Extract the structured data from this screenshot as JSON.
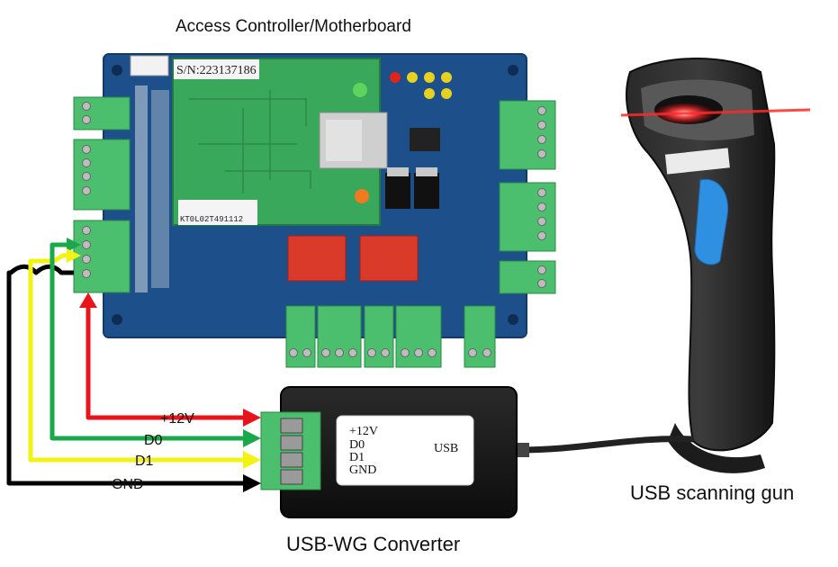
{
  "labels": {
    "controller_title": "Access Controller/Motherboard",
    "scanner_title": "USB scanning gun",
    "converter_title": "USB-WG Converter"
  },
  "board": {
    "serial": "S/N:223137186",
    "module_code": "KT0L02T491112"
  },
  "wires": [
    {
      "label": "+12V",
      "color": "#e8141b"
    },
    {
      "label": "D0",
      "color": "#1aa84a"
    },
    {
      "label": "D1",
      "color": "#f2f215"
    },
    {
      "label": "GND",
      "color": "#000000"
    }
  ],
  "converter": {
    "sticker_lines": [
      "+12V",
      "D0",
      "D1",
      "GND"
    ],
    "sticker_usb": "USB"
  },
  "colors": {
    "pcb_blue": "#1d4f8a",
    "pcb_green": "#3aa85a",
    "terminal_green": "#4cbf6e",
    "converter_body": "#1a1a1a",
    "scanner_accent": "#2f8fe0",
    "laser": "#ff2020"
  }
}
